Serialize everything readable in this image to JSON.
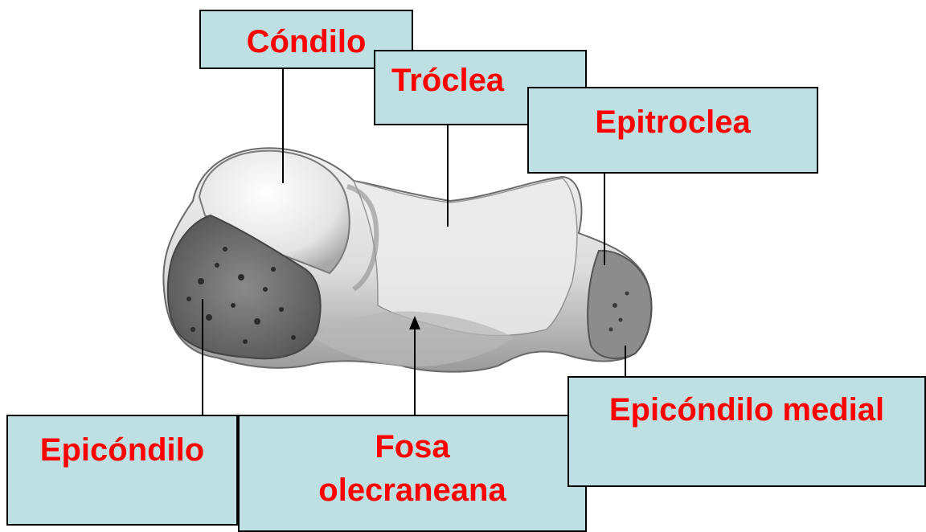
{
  "labels": {
    "condilo": "Cóndilo",
    "troclea": "Tróclea",
    "epitroclea": "Epitroclea",
    "epicondilo": "Epicóndilo",
    "fosa_line1": "Fosa",
    "fosa_line2": "olecraneana",
    "epicondilo_medial": "Epicóndilo medial"
  },
  "colors": {
    "label_fill": "#bfe0e2",
    "label_text": "#ff0000",
    "leader_line": "#000000"
  }
}
